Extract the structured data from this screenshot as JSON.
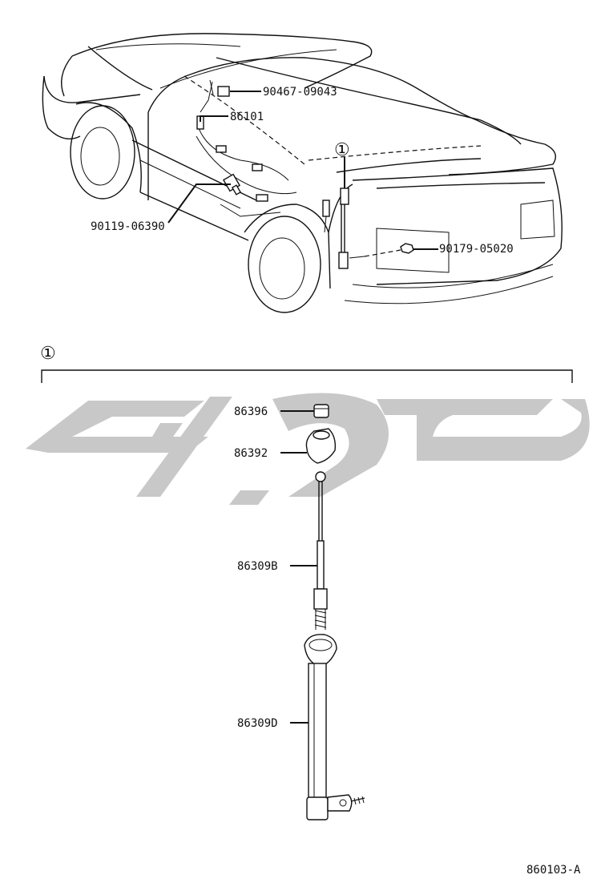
{
  "diagram": {
    "callouts": {
      "p90467": "90467-09043",
      "p86101": "86101",
      "p90119": "90119-06390",
      "p90179": "90179-05020",
      "p86396": "86396",
      "p86392": "86392",
      "p86309b": "86309B",
      "p86309d": "86309D"
    },
    "group_marker_top": "①",
    "group_marker_bottom": "①",
    "figure_code": "860103-A"
  }
}
